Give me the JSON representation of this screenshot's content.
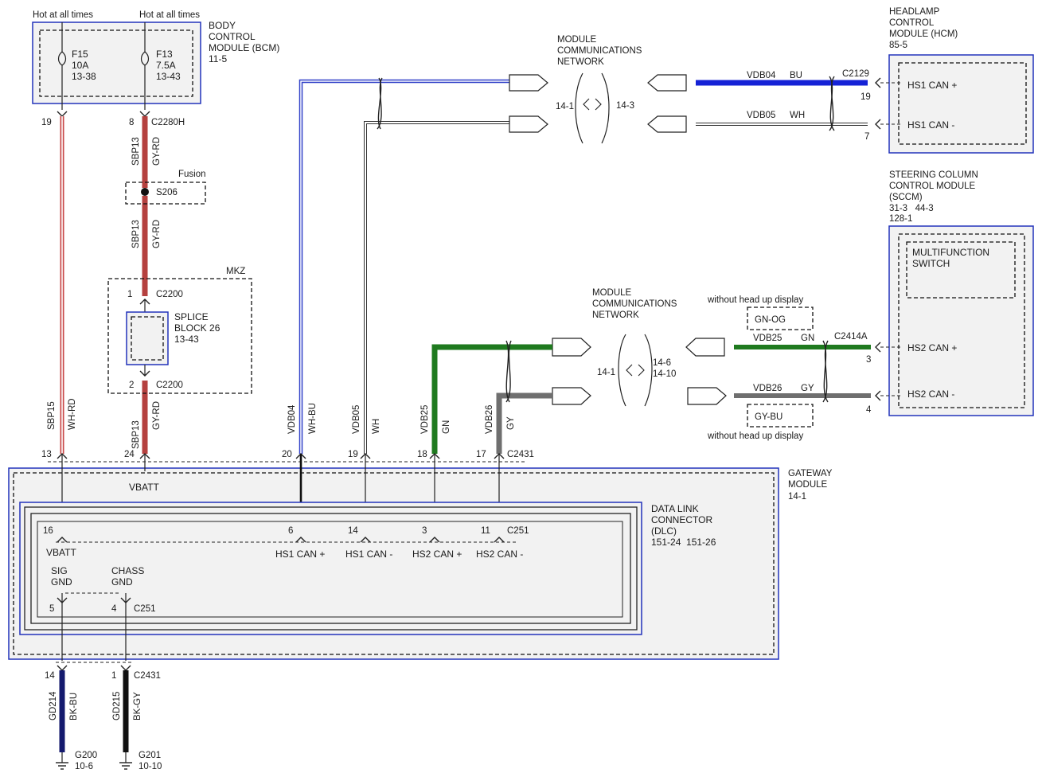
{
  "supply": {
    "hot1": "Hot at all times",
    "hot2": "Hot at all times"
  },
  "bcm": {
    "title1": "BODY",
    "title2": "CONTROL",
    "title3": "MODULE (BCM)",
    "ref": "11-5",
    "f15_name": "F15",
    "f15_rating": "10A",
    "f15_ref": "13-38",
    "f13_name": "F13",
    "f13_rating": "7.5A",
    "f13_ref": "13-43"
  },
  "pins": {
    "p19_top": "19",
    "p8_top": "8",
    "c2280h": "C2280H",
    "p1": "1",
    "c2200_a": "C2200",
    "p2": "2",
    "c2200_b": "C2200",
    "p13": "13",
    "p24": "24",
    "p20": "20",
    "p19_gw": "19",
    "p18": "18",
    "p17": "17",
    "c2431_top": "C2431",
    "p16": "16",
    "p6": "6",
    "p14": "14",
    "p3": "3",
    "p11": "11",
    "c251_top": "C251",
    "p5": "5",
    "p4": "4",
    "c251_bot": "C251",
    "p14_bot": "14",
    "p1_bot": "1",
    "c2431_bot": "C2431",
    "hcm_19": "19",
    "hcm_7": "7",
    "c2129": "C2129",
    "sccm_3": "3",
    "sccm_4": "4",
    "c2414a": "C2414A"
  },
  "wires": {
    "sbp13_a": "SBP13",
    "gyrd_a": "GY-RD",
    "sbp13_b": "SBP13",
    "gyrd_b": "GY-RD",
    "sbp13_c": "SBP13",
    "gyrd_c": "GY-RD",
    "sbp15": "SBP15",
    "whrd": "WH-RD",
    "vdb04": "VDB04",
    "whbu": "WH-BU",
    "vdb05": "VDB05",
    "wh": "WH",
    "vdb25": "VDB25",
    "gn": "GN",
    "vdb26": "VDB26",
    "gy": "GY",
    "gd214": "GD214",
    "bkbu": "BK-BU",
    "gd215": "GD215",
    "bkgy": "BK-GY",
    "h_vdb04": "VDB04",
    "h_bu": "BU",
    "h_vdb05": "VDB05",
    "h_wh": "WH",
    "h_vdb25": "VDB25",
    "h_gn": "GN",
    "h_vdb26": "VDB26",
    "h_gy": "GY"
  },
  "splice": {
    "fusion": "Fusion",
    "s206": "S206",
    "mkz": "MKZ",
    "block1": "SPLICE",
    "block2": "BLOCK 26",
    "block_ref": "13-43"
  },
  "network_top": {
    "l1": "MODULE",
    "l2": "COMMUNICATIONS",
    "l3": "NETWORK",
    "left_ref": "14-1",
    "right_ref": "14-3"
  },
  "network_bot": {
    "l1": "MODULE",
    "l2": "COMMUNICATIONS",
    "l3": "NETWORK",
    "left_ref": "14-1",
    "right_ref1": "14-6",
    "right_ref2": "14-10"
  },
  "hcm": {
    "t1": "HEADLAMP",
    "t2": "CONTROL",
    "t3": "MODULE (HCM)",
    "ref": "85-5",
    "can_plus": "HS1 CAN +",
    "can_minus": "HS1 CAN -"
  },
  "sccm": {
    "t1": "STEERING COLUMN",
    "t2": "CONTROL MODULE",
    "t3": "(SCCM)",
    "ref1": "31-3   44-3",
    "ref2": "128-1",
    "mfs1": "MULTIFUNCTION",
    "mfs2": "SWITCH",
    "can_plus": "HS2 CAN +",
    "can_minus": "HS2 CAN -"
  },
  "hud": {
    "without1": "without head up display",
    "gnog": "GN-OG",
    "gybu": "GY-BU",
    "without2": "without head up display"
  },
  "gateway": {
    "t1": "GATEWAY",
    "t2": "MODULE",
    "ref": "14-1",
    "vbatt": "VBATT"
  },
  "dlc": {
    "t1": "DATA LINK",
    "t2": "CONNECTOR",
    "t3": "(DLC)",
    "ref": "151-24  151-26",
    "vbatt": "VBATT",
    "hs1p": "HS1 CAN +",
    "hs1m": "HS1 CAN -",
    "hs2p": "HS2 CAN +",
    "hs2m": "HS2 CAN -",
    "sig1": "SIG",
    "sig2": "GND",
    "chass1": "CHASS",
    "chass2": "GND"
  },
  "grounds": {
    "g200": "G200",
    "g200_ref": "10-6",
    "g201": "G201",
    "g201_ref": "10-10"
  },
  "colors": {
    "gy_rd": "#b5413f",
    "wh_rd": "#c84a4a",
    "bu": "#1522d6",
    "wh_bu": "#3040c8",
    "gn": "#1f7a1f",
    "gy": "#6f6f6f",
    "bk_bu": "#141a6e",
    "bk": "#111111",
    "module_blue": "#2233bb"
  }
}
